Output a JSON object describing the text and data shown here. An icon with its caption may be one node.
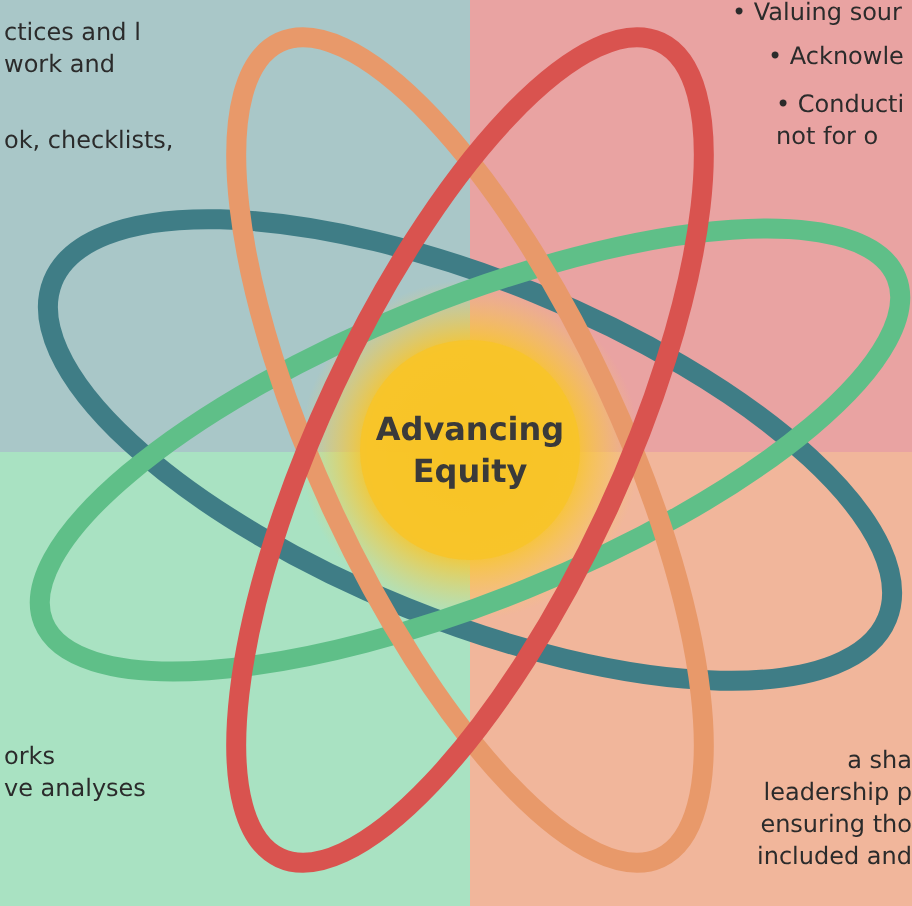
{
  "diagram": {
    "nodes": [
      {
        "text": [
          "Advancing Equity"
        ]
      }
    ],
    "labels": [
      "ctices and l work and",
      "ok, checklists,",
      "• Valuing sour",
      "• Acknowle",
      "• Conducti not for o",
      "orks",
      "ve analyses",
      "a sha leadership p ensuring tho included and"
    ]
  }
}
